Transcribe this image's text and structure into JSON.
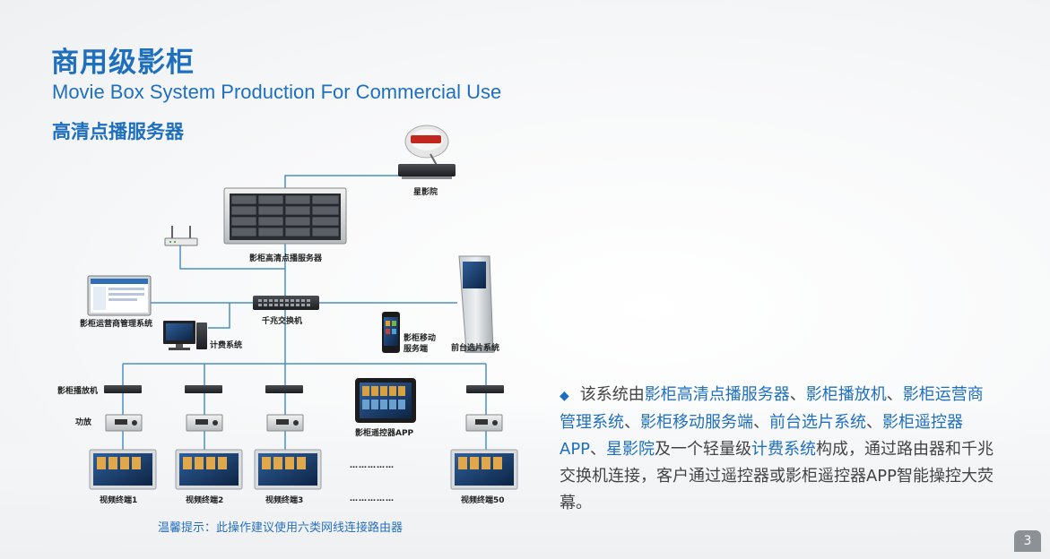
{
  "title": "商用级影柜",
  "subtitle_en": "Movie Box System Production For Commercial Use",
  "section_title": "高清点播服务器",
  "nodes": {
    "satellite": "星影院",
    "server": "影柜高清点播服务器",
    "switch": "千兆交换机",
    "operator_system": "影柜运营商管理系统",
    "billing_system": "计费系统",
    "mobile_service": "影柜移动\n服务端",
    "front_desk": "前台选片系统",
    "player": "影柜播放机",
    "amplifier": "功放",
    "remote_app": "影柜遥控器APP",
    "terminals": [
      "视频终端1",
      "视频终端2",
      "视频终端3",
      "视频终端50"
    ],
    "ellipsis": "……………",
    "ellipsis2": "……………"
  },
  "tip": "温馨提示：此操作建议使用六类网线连接路由器",
  "description": {
    "bullet": "◆",
    "p1": "该系统由",
    "h1": "影柜高清点播服务器",
    "s1": "、",
    "h2": "影柜播放机",
    "s2": "、",
    "h3": "影柜运营商管理系统",
    "s3": "、",
    "h4": "影柜移动服务端",
    "s4": "、",
    "h5": "前台选片系统",
    "s5": "、",
    "h6": "影柜遥控器APP",
    "s6": "、",
    "h7": "星影院",
    "p2": "及一个轻量级",
    "h8": "计费系统",
    "p3": "构成，通过路由器和千兆交换机连接，客户通过遥控器或影柜遥控器APP智能操控大荧幕。"
  },
  "page_number": "3",
  "colors": {
    "accent": "#1f6fbf",
    "line": "#4a90c8",
    "text": "#444444"
  }
}
